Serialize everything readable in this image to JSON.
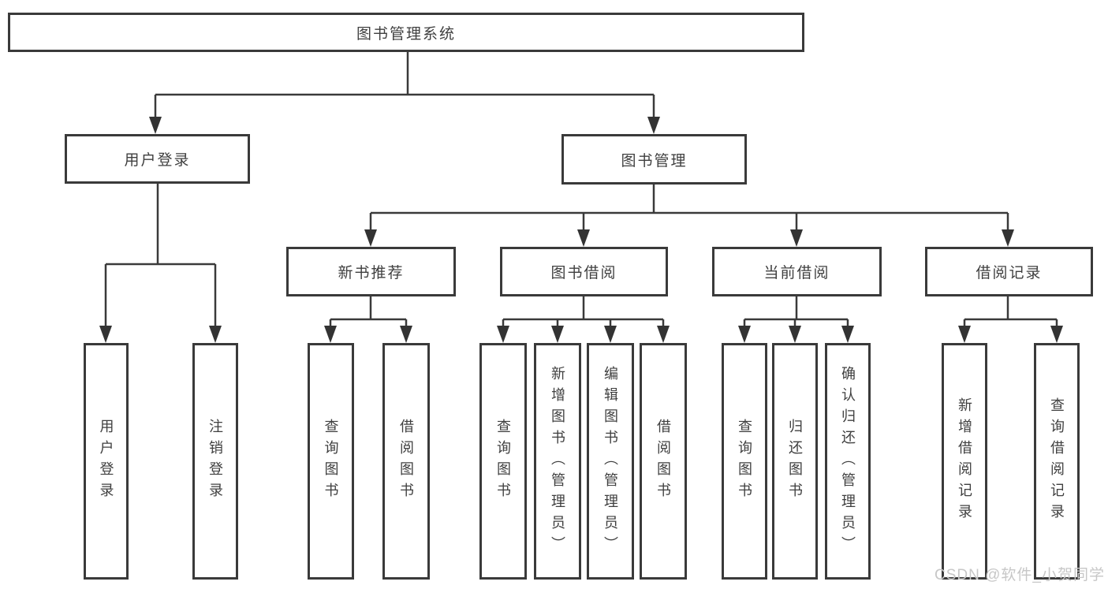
{
  "colors": {
    "line": "#3a3a3a",
    "box_border": "#3a3a3a",
    "text": "#3f3f3f",
    "watermark": "#c7c7c7",
    "background": "#ffffff"
  },
  "watermark": "CSDN @软件_小贺同学",
  "tree": {
    "root": {
      "label": "图书管理系统"
    },
    "branches": [
      {
        "label": "用户登录",
        "children": [
          {
            "label": "用户登录"
          },
          {
            "label": "注销登录"
          }
        ]
      },
      {
        "label": "图书管理",
        "children": [
          {
            "label": "新书推荐",
            "children": [
              {
                "label": "查询图书"
              },
              {
                "label": "借阅图书"
              }
            ]
          },
          {
            "label": "图书借阅",
            "children": [
              {
                "label": "查询图书"
              },
              {
                "label": "新增图书（管理员）"
              },
              {
                "label": "编辑图书（管理员）"
              },
              {
                "label": "借阅图书"
              }
            ]
          },
          {
            "label": "当前借阅",
            "children": [
              {
                "label": "查询图书"
              },
              {
                "label": "归还图书"
              },
              {
                "label": "确认归还（管理员）"
              }
            ]
          },
          {
            "label": "借阅记录",
            "children": [
              {
                "label": "新增借阅记录"
              },
              {
                "label": "查询借阅记录"
              }
            ]
          }
        ]
      }
    ]
  }
}
